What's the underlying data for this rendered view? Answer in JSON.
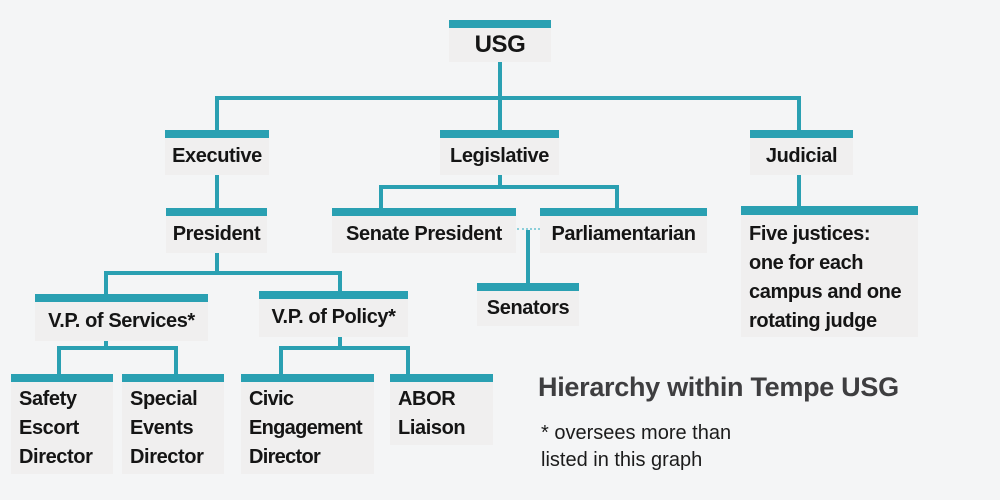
{
  "diagram": {
    "title": "Hierarchy within Tempe USG",
    "footnote": [
      "* oversees more than",
      "listed in this graph"
    ],
    "accent_color": "#2aa0b2",
    "background_color": "#f4f5f6",
    "node_fill_color": "#f0efef",
    "nodes": {
      "usg": {
        "label": "USG"
      },
      "executive": {
        "label": "Executive"
      },
      "legislative": {
        "label": "Legislative"
      },
      "judicial": {
        "label": "Judicial"
      },
      "president": {
        "label": "President"
      },
      "senate_president": {
        "label": "Senate President"
      },
      "parliamentarian": {
        "label": "Parliamentarian"
      },
      "five_justices": {
        "lines": [
          "Five justices:",
          "one for each",
          "campus and one",
          "rotating judge"
        ]
      },
      "senators": {
        "label": "Senators"
      },
      "vp_services": {
        "label": "V.P. of Services*"
      },
      "vp_policy": {
        "label": "V.P. of Policy*"
      },
      "safety_escort": {
        "lines": [
          "Safety",
          "Escort",
          "Director"
        ]
      },
      "special_events": {
        "lines": [
          "Special",
          "Events",
          "Director"
        ]
      },
      "civic_engagement": {
        "lines": [
          "Civic",
          "Engagement",
          "Director"
        ]
      },
      "abor_liaison": {
        "lines": [
          "ABOR",
          "Liaison"
        ]
      }
    }
  }
}
